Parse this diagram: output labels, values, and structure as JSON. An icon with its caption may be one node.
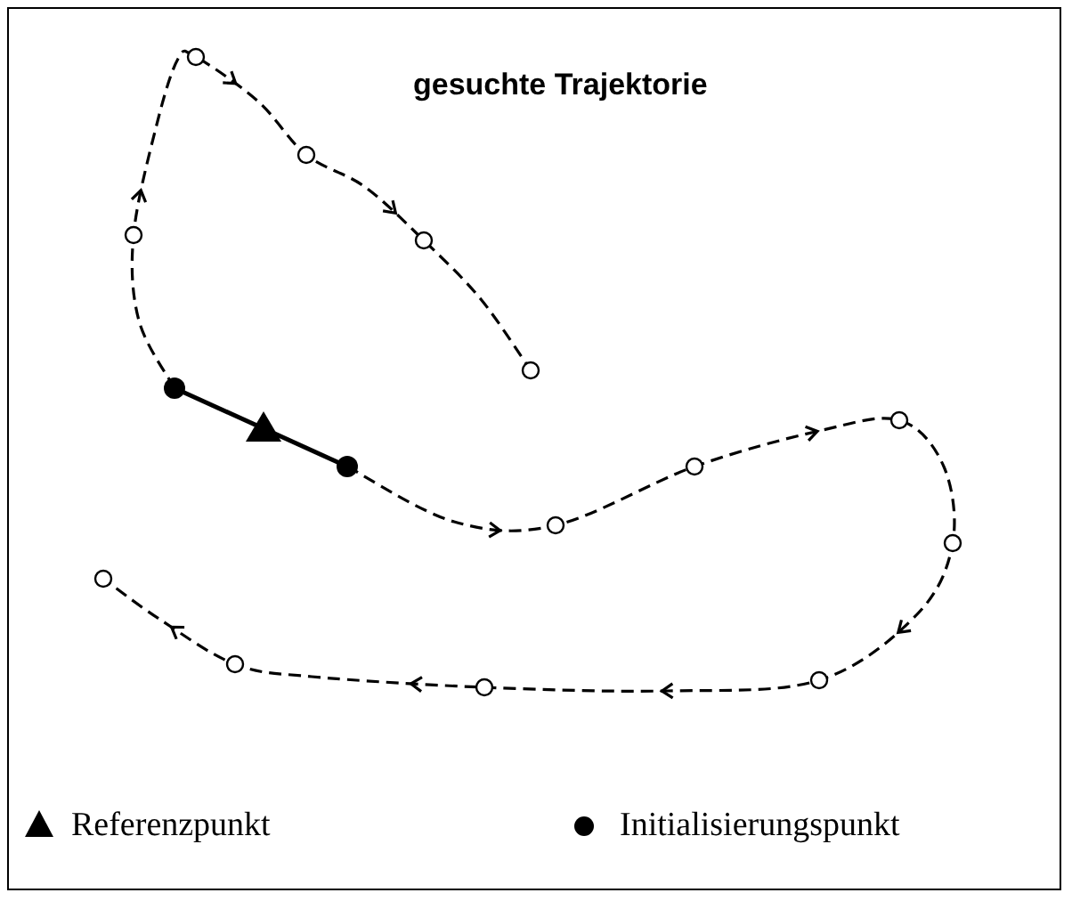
{
  "diagram": {
    "title": "gesuchte Trajektorie",
    "legend": [
      {
        "text": "Referenzpunkt"
      },
      {
        "text": "Initialisierungspunkt"
      }
    ]
  }
}
